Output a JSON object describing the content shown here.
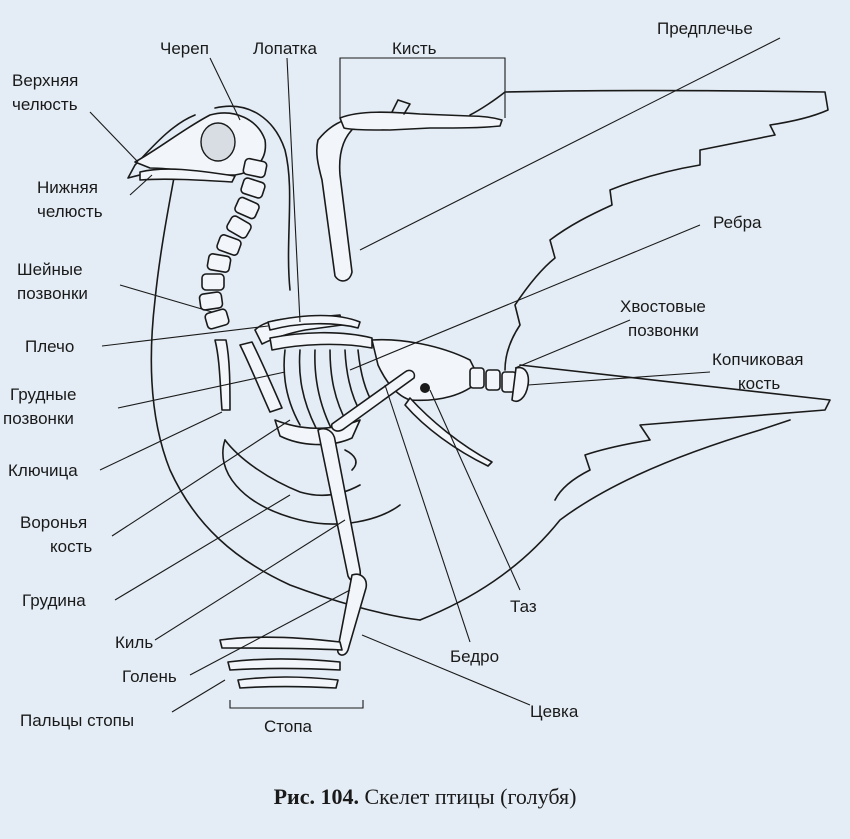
{
  "labels": {
    "skull": "Череп",
    "scapula": "Лопатка",
    "hand": "Кисть",
    "forearm": "Предплечье",
    "upper_jaw_1": "Верхняя",
    "upper_jaw_2": "челюсть",
    "lower_jaw_1": "Нижняя",
    "lower_jaw_2": "челюсть",
    "ribs": "Ребра",
    "neck_1": "Шейные",
    "neck_2": "позвонки",
    "tail_1": "Хвостовые",
    "tail_2": "позвонки",
    "pygostyle_1": "Копчиковая",
    "pygostyle_2": "кость",
    "humerus": "Плечо",
    "thoracic_1": "Грудные",
    "thoracic_2": "позвонки",
    "clavicle": "Ключица",
    "coracoid_1": "Воронья",
    "coracoid_2": "кость",
    "sternum": "Грудина",
    "pelvis": "Таз",
    "keel": "Киль",
    "femur": "Бедро",
    "tibia": "Голень",
    "toes": "Пальцы стопы",
    "tarsus": "Цевка",
    "foot": "Стопа"
  },
  "caption": {
    "number": "Рис. 104.",
    "text": "Скелет птицы (голубя)"
  }
}
